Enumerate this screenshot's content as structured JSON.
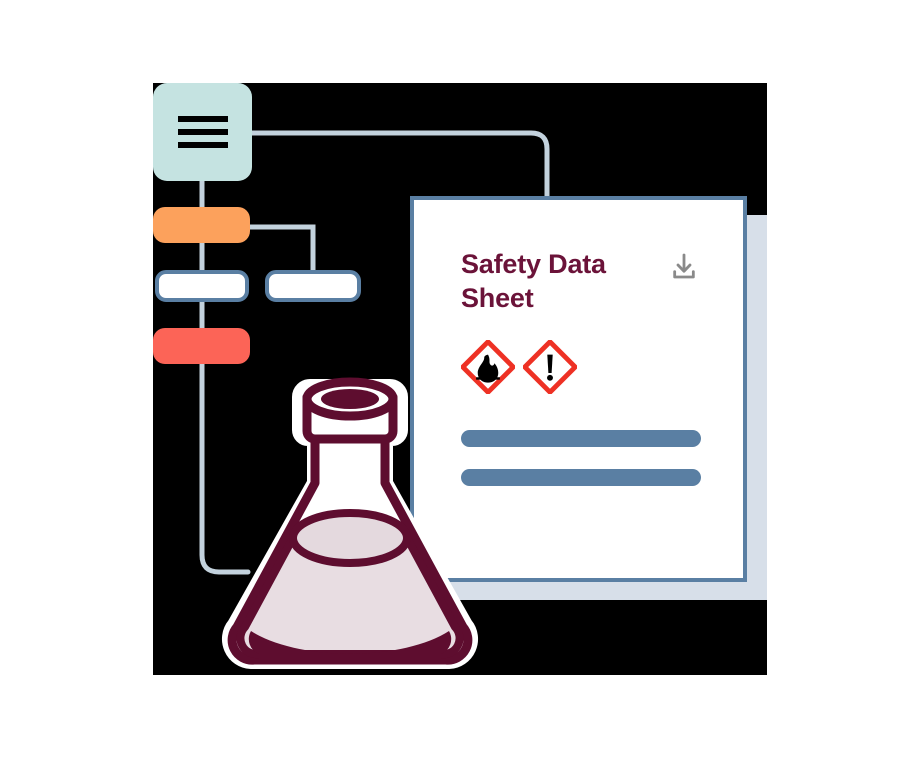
{
  "illustration": {
    "name": "safety-data-sheet-illustration",
    "backdrop_color": "#000000",
    "canvas_color": "#ffffff"
  },
  "flowchart": {
    "menu_card": {
      "name": "menu-list-card",
      "fill": "#c5e3e1",
      "icon": "list-menu-icon",
      "rows": 3
    },
    "nodes": [
      {
        "name": "node-orange",
        "fill": "#fca15c",
        "stroke": "none",
        "label": ""
      },
      {
        "name": "node-white-left",
        "fill": "#ffffff",
        "stroke": "#5a7fa3",
        "label": ""
      },
      {
        "name": "node-white-right",
        "fill": "#ffffff",
        "stroke": "#5a7fa3",
        "label": ""
      },
      {
        "name": "node-red",
        "fill": "#fc6457",
        "stroke": "none",
        "label": ""
      }
    ],
    "connector_color": "#c3d2dd"
  },
  "document": {
    "card_border": "#5a7fa3",
    "card_fill": "#ffffff",
    "backcard_fill": "#d7dfe9",
    "title": "Safety Data Sheet",
    "title_color": "#6b1339",
    "download_icon": "download-icon",
    "download_icon_color": "#8a8a8a",
    "pictograms": [
      {
        "name": "ghs-flammable-pictogram",
        "symbol": "flame-over-circle",
        "border": "#ee3124"
      },
      {
        "name": "ghs-exclamation-pictogram",
        "symbol": "exclamation-mark",
        "border": "#ee3124"
      }
    ],
    "content_bars": [
      {
        "name": "content-bar-1",
        "color": "#5a7fa3"
      },
      {
        "name": "content-bar-2",
        "color": "#5a7fa3"
      }
    ]
  },
  "flask": {
    "name": "erlenmeyer-flask",
    "outline_color": "#5e0d2f",
    "body_fill": "#ffffff",
    "liquid_fill": "#e8dde2",
    "liquid_surface_fill": "#e4d9de",
    "cap_fill": "#5e0d2f"
  }
}
